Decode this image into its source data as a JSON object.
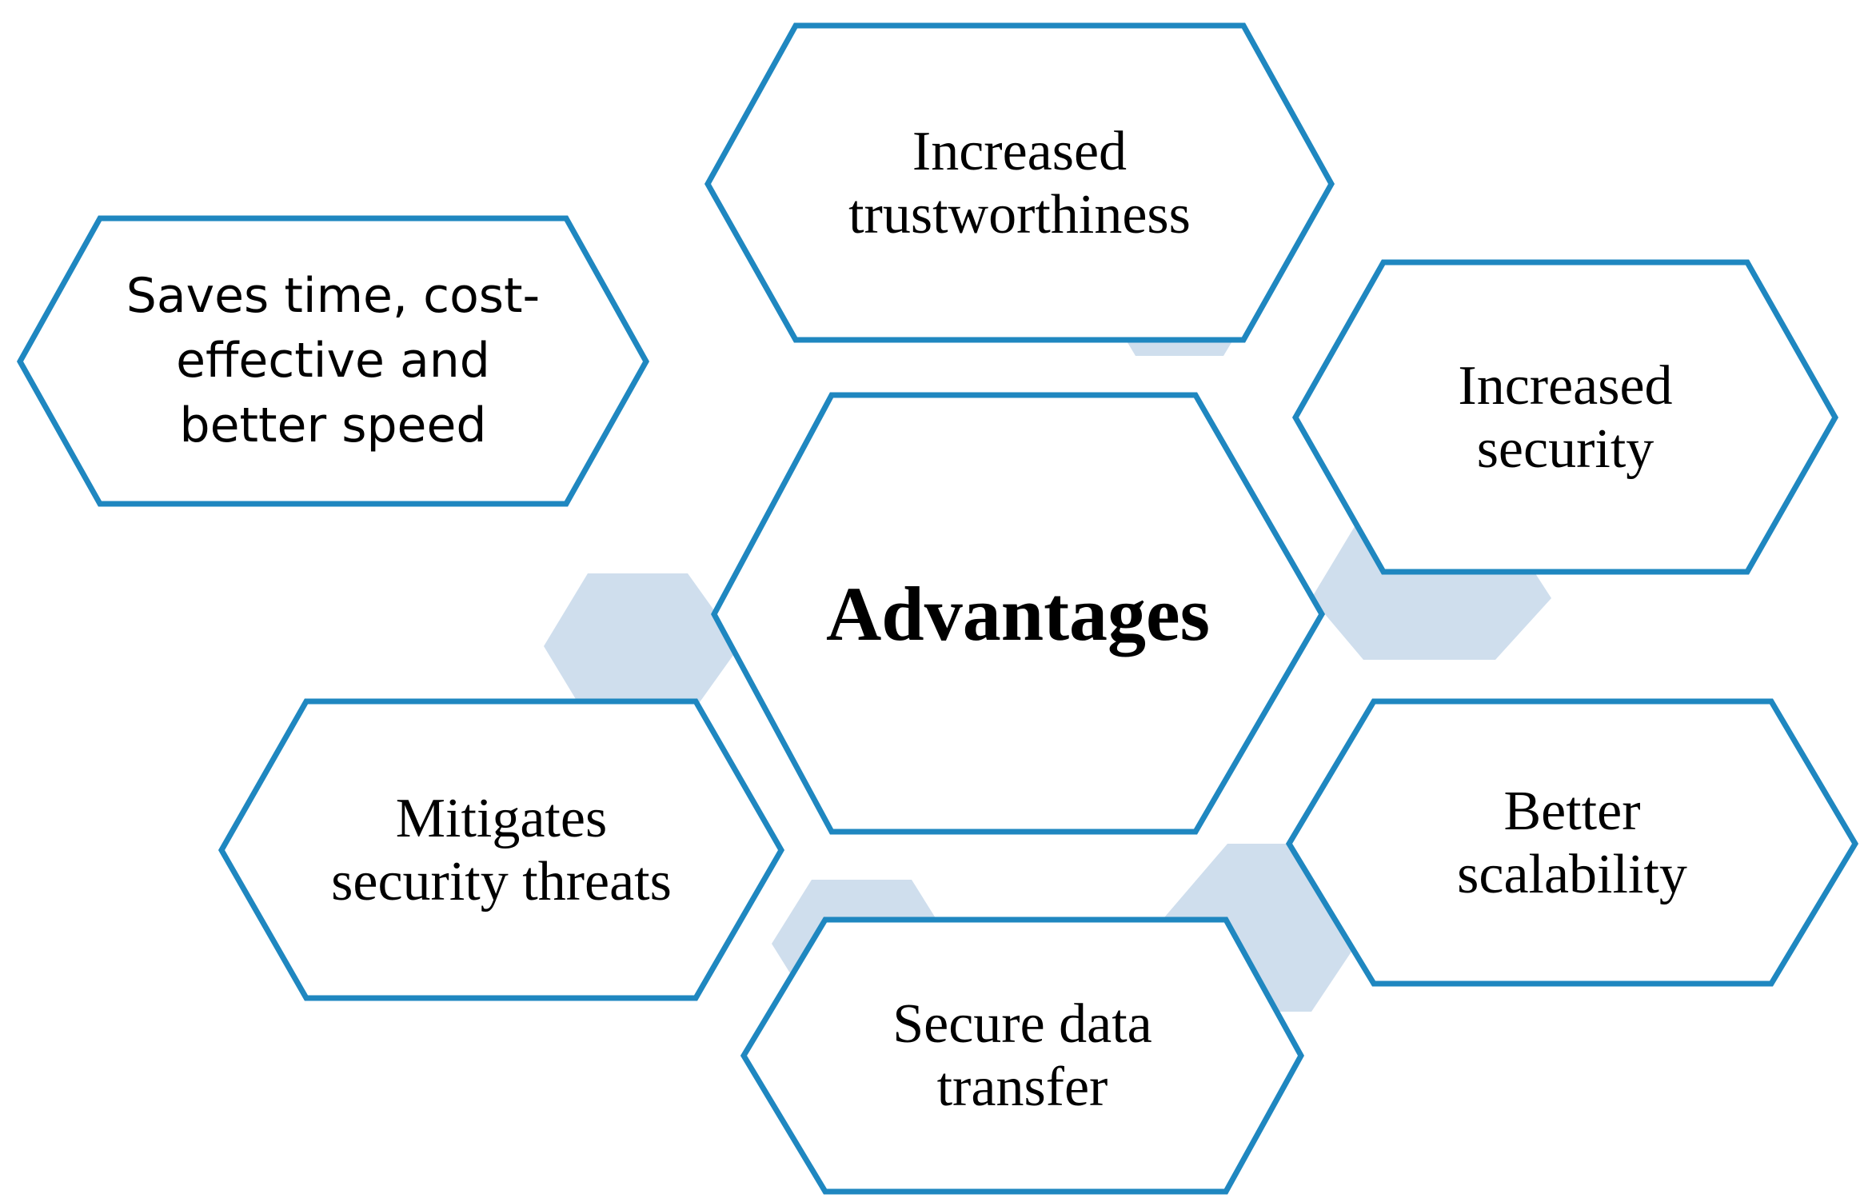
{
  "center": {
    "label": "Advantages"
  },
  "items": [
    {
      "id": "trustworthiness",
      "label": "Increased\ntrustworthiness"
    },
    {
      "id": "time-cost-speed",
      "label": "Saves time, cost-\neffective and\nbetter speed"
    },
    {
      "id": "security",
      "label": "Increased\nsecurity"
    },
    {
      "id": "mitigates-threats",
      "label": "Mitigates\nsecurity threats"
    },
    {
      "id": "scalability",
      "label": "Better\nscalability"
    },
    {
      "id": "secure-transfer",
      "label": "Secure data\ntransfer"
    }
  ],
  "colors": {
    "outline": "#1f87c0",
    "accent_fill": "#cfdeed",
    "fill": "#ffffff",
    "text": "#000000"
  }
}
